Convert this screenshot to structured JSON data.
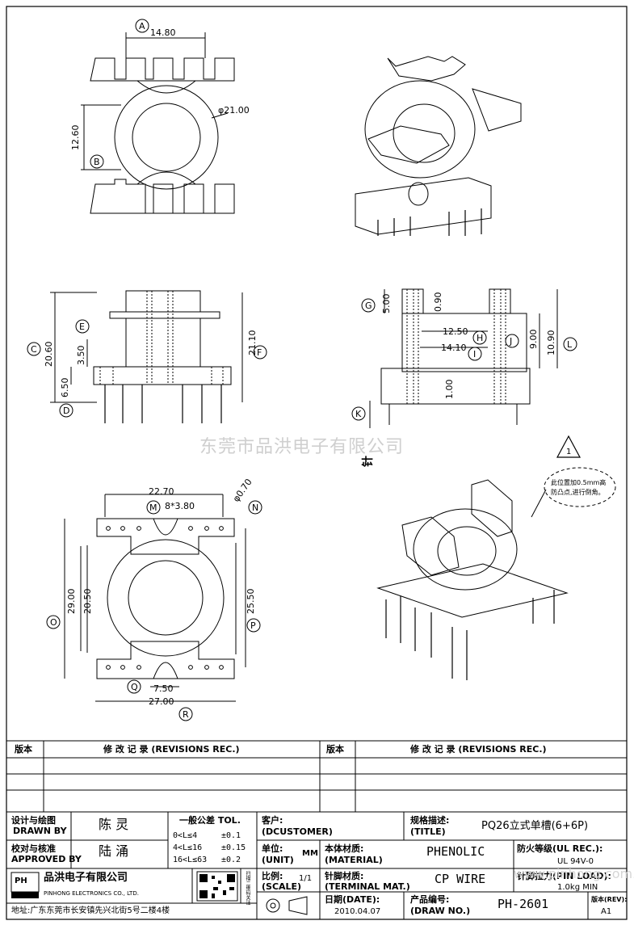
{
  "drawing": {
    "dims": {
      "top": {
        "width": "14.80",
        "dia": "φ21.00",
        "height": "12.60"
      },
      "side": {
        "h1": "20.60",
        "h2": "3.50",
        "h3": "6.50",
        "h4": "21.10"
      },
      "right": {
        "g": "5.00",
        "v090": "0.90",
        "w1": "12.50",
        "w2": "14.10",
        "h900": "9.00",
        "h1090": "10.90",
        "h100": "1.00"
      },
      "bottom": {
        "w": "22.70",
        "pitch": "8*3.80",
        "pin": "φ0.70",
        "h29": "29.00",
        "h205": "20.50",
        "h255": "25.50",
        "w75": "7.50",
        "w27": "27.00"
      }
    },
    "callouts": [
      "A",
      "B",
      "C",
      "D",
      "E",
      "F",
      "G",
      "H",
      "I",
      "J",
      "K",
      "L",
      "M",
      "N",
      "O",
      "P",
      "Q",
      "R"
    ],
    "vertical_note": "针",
    "warning_symbol": "1",
    "warning_note_line1": "此位置加0.5mm高",
    "warning_note_line2": "防凸点,进行倒角。",
    "watermark": "东莞市品洪电子有限公司"
  },
  "title_block": {
    "rev_header_left": "版本",
    "rev_header_mid": "修 改 记 录 (REVISIONS REC.)",
    "rev_header_left2": "版本",
    "rev_header_mid2": "修 改 记 录 (REVISIONS REC.)",
    "designer_label_cn": "设计与绘图",
    "designer_label_en": "DRAWN BY",
    "designer_name": "陈 灵",
    "checker_label_cn": "校对与核准",
    "checker_label_en": "APPROVED BY",
    "checker_name": "陆 涌",
    "tol_title": "一般公差 TOL.",
    "tol_rows": [
      {
        "range": "0<L≤4",
        "val": "±0.1"
      },
      {
        "range": "4<L≤16",
        "val": "±0.15"
      },
      {
        "range": "16<L≤63",
        "val": "±0.2"
      }
    ],
    "customer_label_cn": "客户:",
    "customer_label_en": "(DCUSTOMER)",
    "title_label_cn": "规格描述:",
    "title_label_en": "(TITLE)",
    "title_value": "PQ26立式单槽(6+6P)",
    "unit_label_cn": "单位:",
    "unit_label_en": "(UNIT)",
    "unit_value": "MM",
    "material_label_cn": "本体材质:",
    "material_label_en": "(MATERIAL)",
    "material_value": "PHENOLIC",
    "fire_label": "防火等级(UL REC.):",
    "fire_value": "UL 94V-0",
    "scale_label_cn": "比例:",
    "scale_label_en": "(SCALE)",
    "scale_value": "1/1",
    "terminal_label_cn": "针脚材质:",
    "terminal_label_en": "(TERMINAL MAT.)",
    "terminal_value": "CP WIRE",
    "pinload_label": "针脚拉力(PIN LOAD):",
    "pinload_value": "1.0kg MIN",
    "date_label": "日期(DATE):",
    "date_value": "2010.04.07",
    "drawno_label_cn": "产品编号:",
    "drawno_label_en": "(DRAW NO.)",
    "drawno_value": "PH-2601",
    "version_label": "版本(REV):",
    "version_value": "A1",
    "company_cn": "品洪电子有限公司",
    "company_en": "PINHONG ELECTRONICS CO., LTD.",
    "address": "地址:广东东莞市长安镇先兴北街5号二楼4楼",
    "logo_text": "PH",
    "scan_note": "扫描二维码关注",
    "website_watermark": "www.pinhong.com.tw"
  }
}
